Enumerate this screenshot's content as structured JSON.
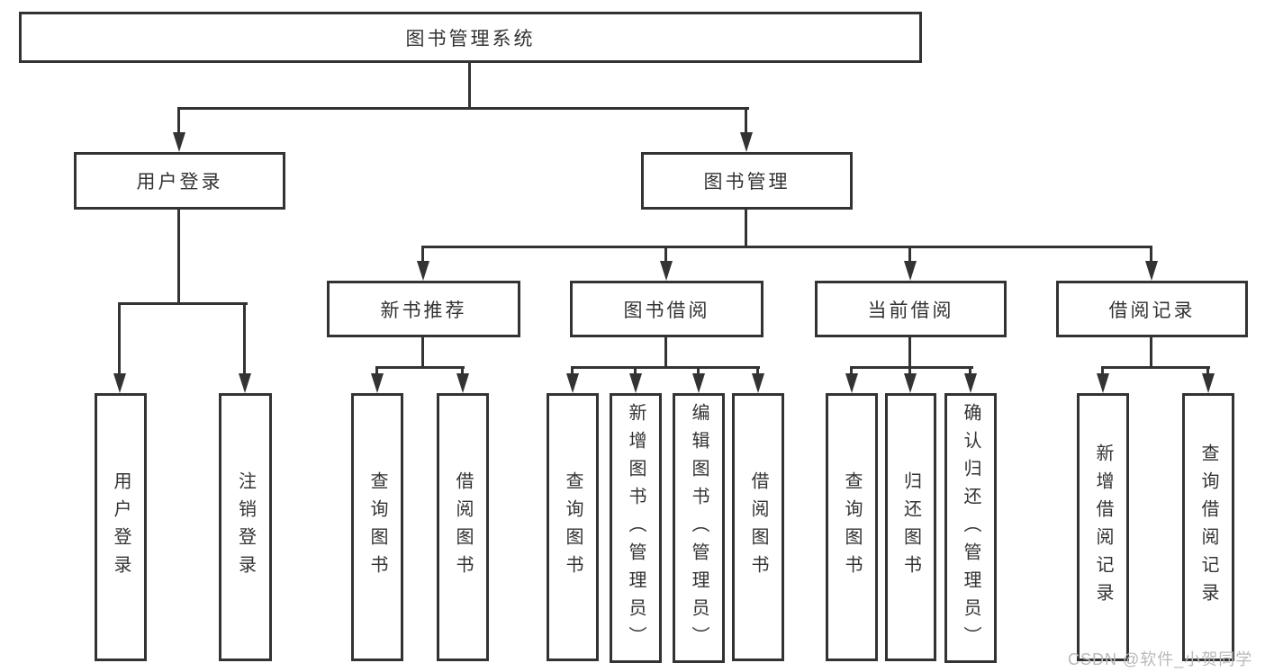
{
  "nodes": {
    "root": "图书管理系统",
    "user_login": "用户登录",
    "book_mgmt": "图书管理",
    "leaf_user_login": "用户登录",
    "leaf_logout": "注销登录",
    "new_book_rec": "新书推荐",
    "book_borrow": "图书借阅",
    "current_borrow": "当前借阅",
    "borrow_record": "借阅记录",
    "nb_query": "查询图书",
    "nb_borrow": "借阅图书",
    "bb_query": "查询图书",
    "bb_add": "新增图书（管理员）",
    "bb_edit": "编辑图书（管理员）",
    "bb_borrow": "借阅图书",
    "cb_query": "查询图书",
    "cb_return": "归还图书",
    "cb_confirm": "确认归还（管理员）",
    "br_add": "新增借阅记录",
    "br_query": "查询借阅记录"
  },
  "watermark": "CSDN @软件_小贺同学",
  "colors": {
    "line": "#333333",
    "text": "#333333",
    "watermark_text": "#b9b9b9",
    "background": "#ffffff"
  }
}
